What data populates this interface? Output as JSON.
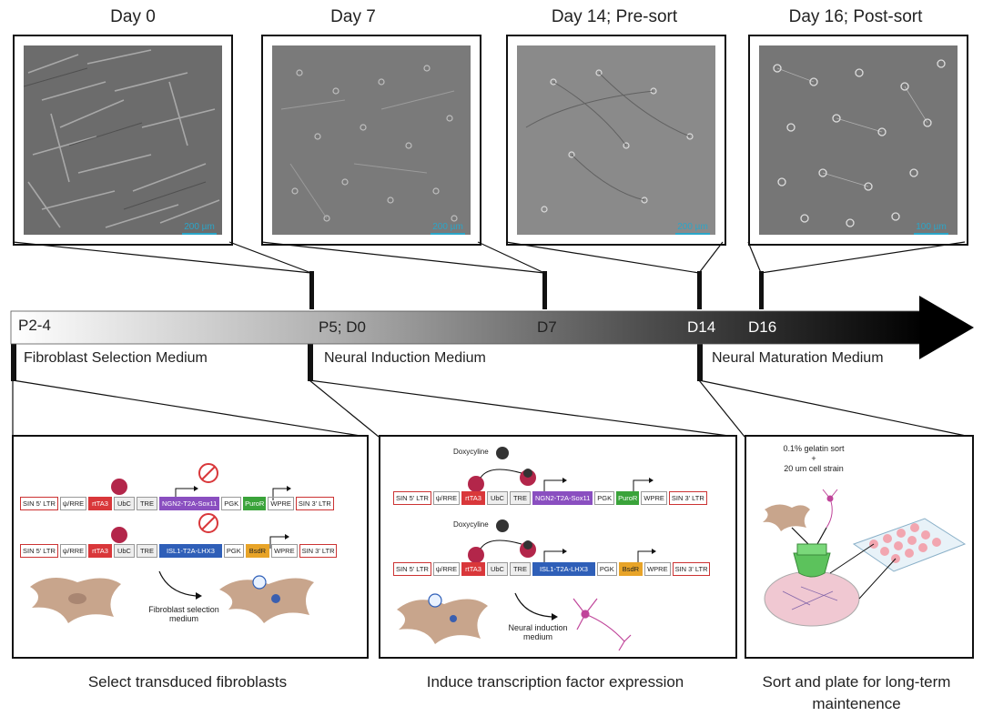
{
  "days": [
    {
      "label": "Day 0",
      "scale": "200 µm"
    },
    {
      "label": "Day 7",
      "scale": "200 µm"
    },
    {
      "label": "Day 14; Pre-sort",
      "scale": "200 µm"
    },
    {
      "label": "Day 16; Post-sort",
      "scale": "100 µm"
    }
  ],
  "timeline": {
    "markers": [
      "P2-4",
      "P5; D0",
      "D7",
      "D14",
      "D16"
    ],
    "media": [
      "Fibroblast Selection Medium",
      "Neural Induction Medium",
      "Neural Maturation Medium"
    ]
  },
  "panels": {
    "select": {
      "constructs": [
        [
          "SIN 5' LTR",
          "ψ/RRE",
          "rtTA3",
          "UbC",
          "TRE",
          "NGN2-T2A-Sox11",
          "PGK",
          "PuroR",
          "WPRE",
          "SIN 3' LTR"
        ],
        [
          "SIN 5' LTR",
          "ψ/RRE",
          "rtTA3",
          "UbC",
          "TRE",
          "ISL1-T2A-LHX3",
          "PGK",
          "BsdR",
          "WPRE",
          "SIN 3' LTR"
        ]
      ],
      "arrow_label": "Fibroblast selection medium"
    },
    "induce": {
      "doxy": "Doxycyline",
      "constructs": [
        [
          "SIN 5' LTR",
          "ψ/RRE",
          "rtTA3",
          "UbC",
          "TRE",
          "NGN2-T2A-Sox11",
          "PGK",
          "PuroR",
          "WPRE",
          "SIN 3' LTR"
        ],
        [
          "SIN 5' LTR",
          "ψ/RRE",
          "rtTA3",
          "UbC",
          "TRE",
          "ISL1-T2A-LHX3",
          "PGK",
          "BsdR",
          "WPRE",
          "SIN 3' LTR"
        ]
      ],
      "arrow_label": "Neural induction medium"
    },
    "sort": {
      "text1": "0.1% gelatin sort",
      "text2": "+",
      "text3": "20 um cell strain"
    }
  },
  "captions": [
    "Select transduced fibroblasts",
    "Induce transcription factor expression",
    "Sort and plate for long-term maintenence"
  ],
  "colors": {
    "rtTA3": "#d9373a",
    "NGN2": "#8a4fc0",
    "ISL1": "#2f5fb8",
    "PuroR": "#3aa33a",
    "BsdR": "#e8a428",
    "cell": "#c8a58c",
    "neuron": "#c0459a"
  }
}
